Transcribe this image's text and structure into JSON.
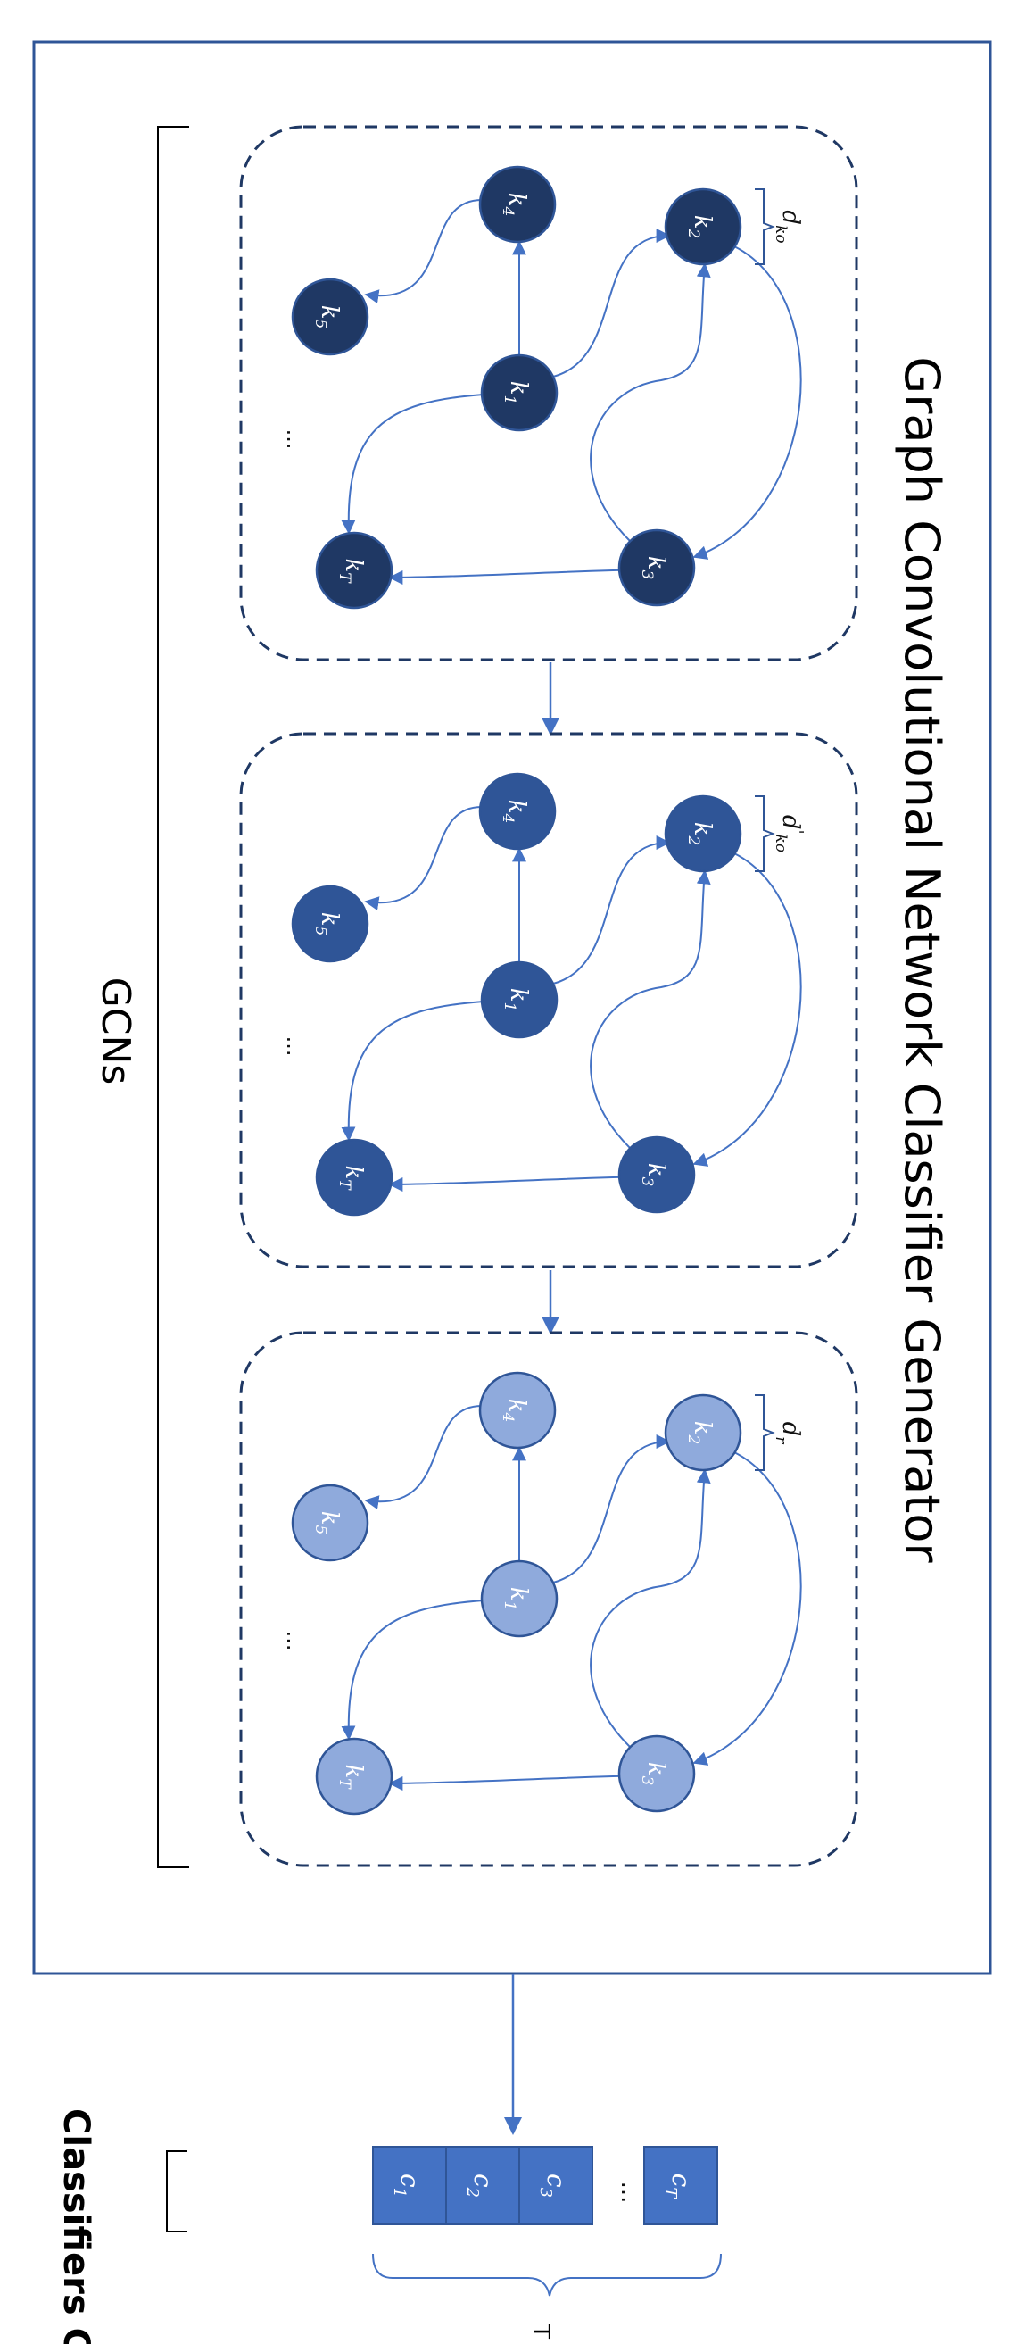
{
  "title": "Graph Convolutional Network Classifier Generator",
  "gcns_label": "GCNs",
  "classifiers_label": "Classifiers C",
  "t_label": "T",
  "ellipsis": "...",
  "colors": {
    "frame": "#2f5597",
    "edge": "#4472c4",
    "dashed": "#1f3864",
    "layer_dark": "#1f3864",
    "layer_mid": "#2f5597",
    "layer_light": "#8faadc",
    "classifier": "#4472c4"
  },
  "layers": [
    {
      "name": "layer-dark",
      "dim_label_base": "d",
      "dim_label_sub": "ko",
      "dim_label_prime": "",
      "nodes": {
        "k1": "k1",
        "k2": "k2",
        "k3": "k3",
        "k4": "k4",
        "k5": "k5",
        "kT": "kT"
      }
    },
    {
      "name": "layer-mid",
      "dim_label_base": "d",
      "dim_label_sub": "ko",
      "dim_label_prime": "'",
      "nodes": {
        "k1": "k1",
        "k2": "k2",
        "k3": "k3",
        "k4": "k4",
        "k5": "k5",
        "kT": "kT"
      }
    },
    {
      "name": "layer-light",
      "dim_label_base": "d",
      "dim_label_sub": "r",
      "dim_label_prime": "",
      "nodes": {
        "k1": "k1",
        "k2": "k2",
        "k3": "k3",
        "k4": "k4",
        "k5": "k5",
        "kT": "kT"
      }
    }
  ],
  "classifiers": [
    {
      "base": "c",
      "sub": "1"
    },
    {
      "base": "c",
      "sub": "2"
    },
    {
      "base": "c",
      "sub": "3"
    },
    {
      "base": "c",
      "sub": "T"
    }
  ]
}
